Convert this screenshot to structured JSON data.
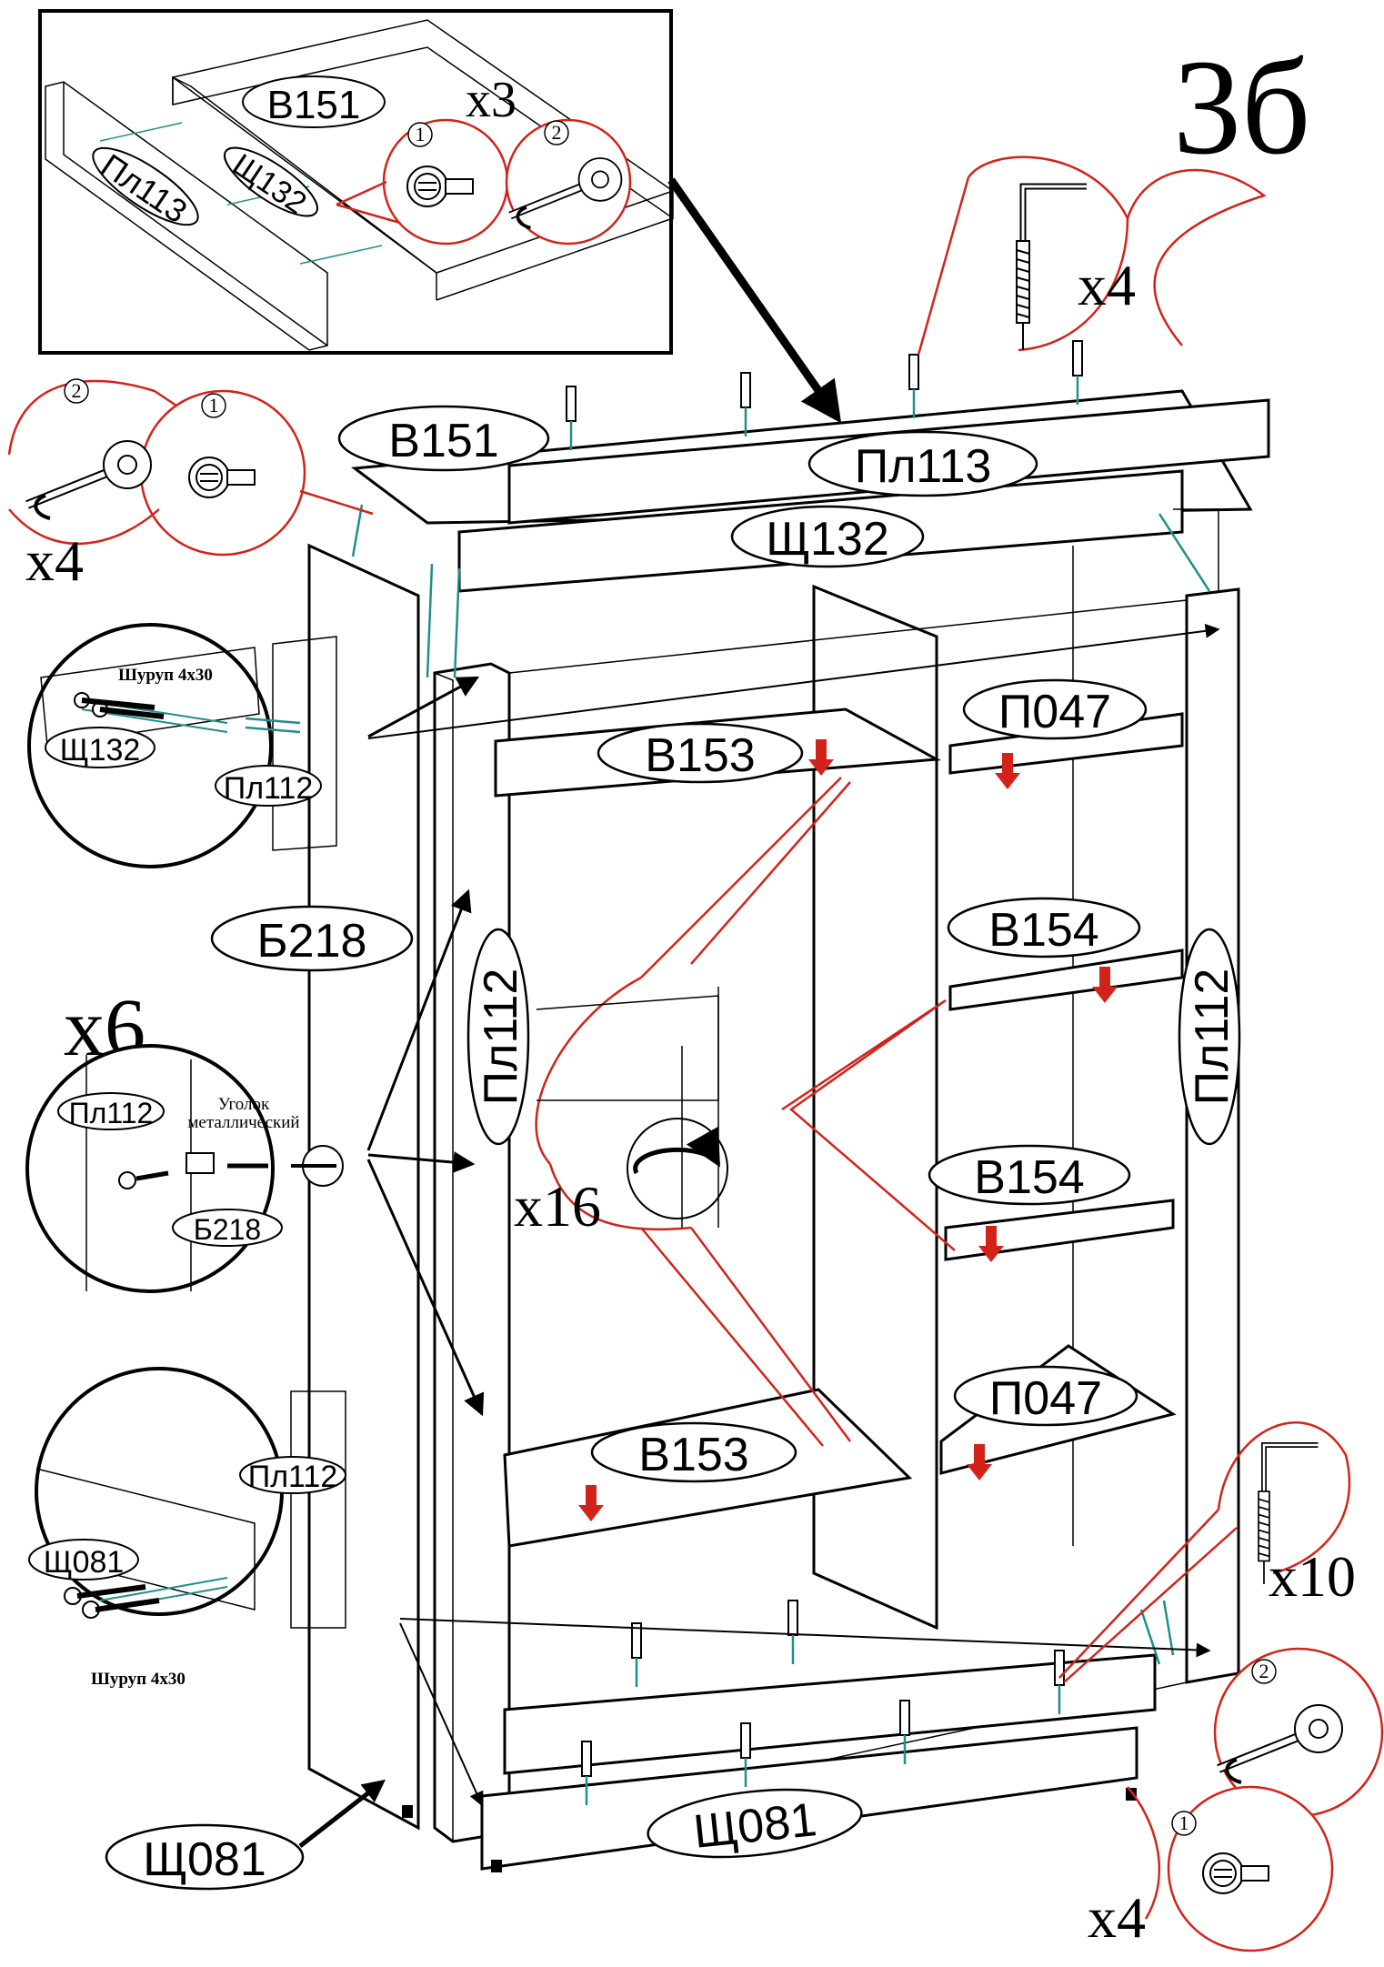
{
  "step": "3б",
  "parts": {
    "b151": "В151",
    "pl113": "Пл113",
    "sch132": "Щ132",
    "b153": "В153",
    "p047": "П047",
    "b154": "В154",
    "pl112": "Пл112",
    "b218": "Б218",
    "sch081": "Щ081"
  },
  "counts": {
    "x3": "x3",
    "x4": "x4",
    "x6": "x6",
    "x10": "x10",
    "x16": "x16"
  },
  "fasteners": {
    "screw": "Шуруп 4x30",
    "bracket_line1": "Уголок",
    "bracket_line2": "металлический"
  },
  "steps": {
    "one": "1",
    "two": "2"
  },
  "colors": {
    "line": "#000000",
    "dowel": "#1f8f8a",
    "callout": "#d2231b",
    "arrow_down": "#d2231b"
  },
  "icons": [
    "cam-lock-icon",
    "screwdriver-icon",
    "confirmat-screw-icon",
    "hex-key-icon",
    "down-arrow-icon",
    "metal-bracket-icon"
  ]
}
